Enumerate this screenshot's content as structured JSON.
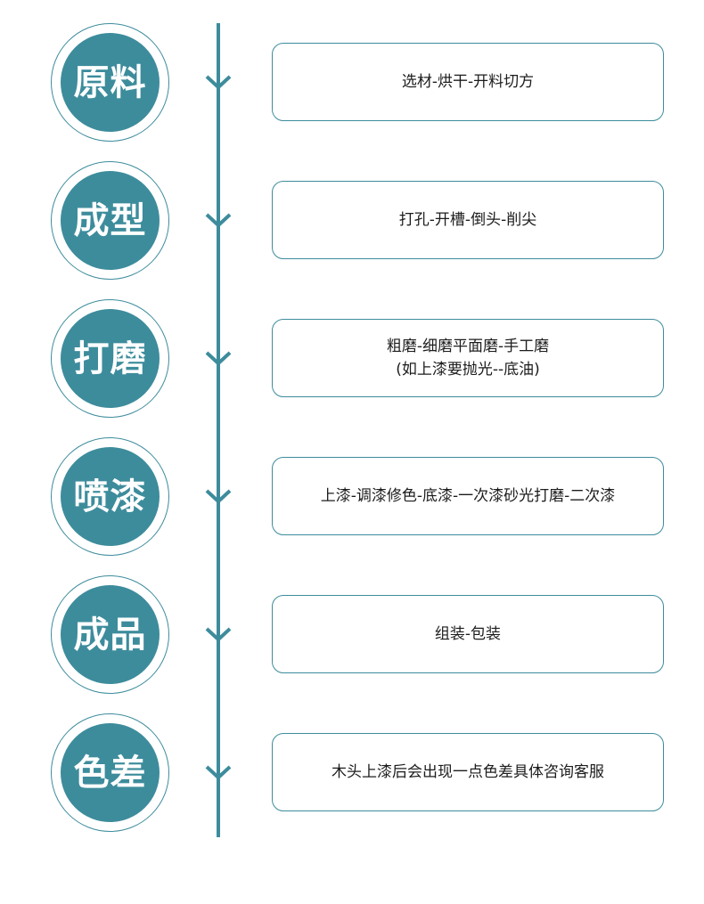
{
  "theme": {
    "accent_color": "#3d8c9c",
    "background_color": "#ffffff",
    "text_color": "#1c1c1c",
    "badge_text_color": "#ffffff"
  },
  "diagram": {
    "type": "vertical-process-flow",
    "arrow_icon": "chevron-down-icon",
    "stage_count": 6,
    "stages": [
      {
        "badge": "原料",
        "description": "选材-烘干-开料切方"
      },
      {
        "badge": "成型",
        "description": "打孔-开槽-倒头-削尖"
      },
      {
        "badge": "打磨",
        "description": "粗磨-细磨平面磨-手工磨\n(如上漆要抛光--底油)"
      },
      {
        "badge": "喷漆",
        "description": "上漆-调漆修色-底漆-一次漆砂光打磨-二次漆"
      },
      {
        "badge": "成品",
        "description": "组装-包装"
      },
      {
        "badge": "色差",
        "description": "木头上漆后会出现一点色差具体咨询客服"
      }
    ]
  }
}
